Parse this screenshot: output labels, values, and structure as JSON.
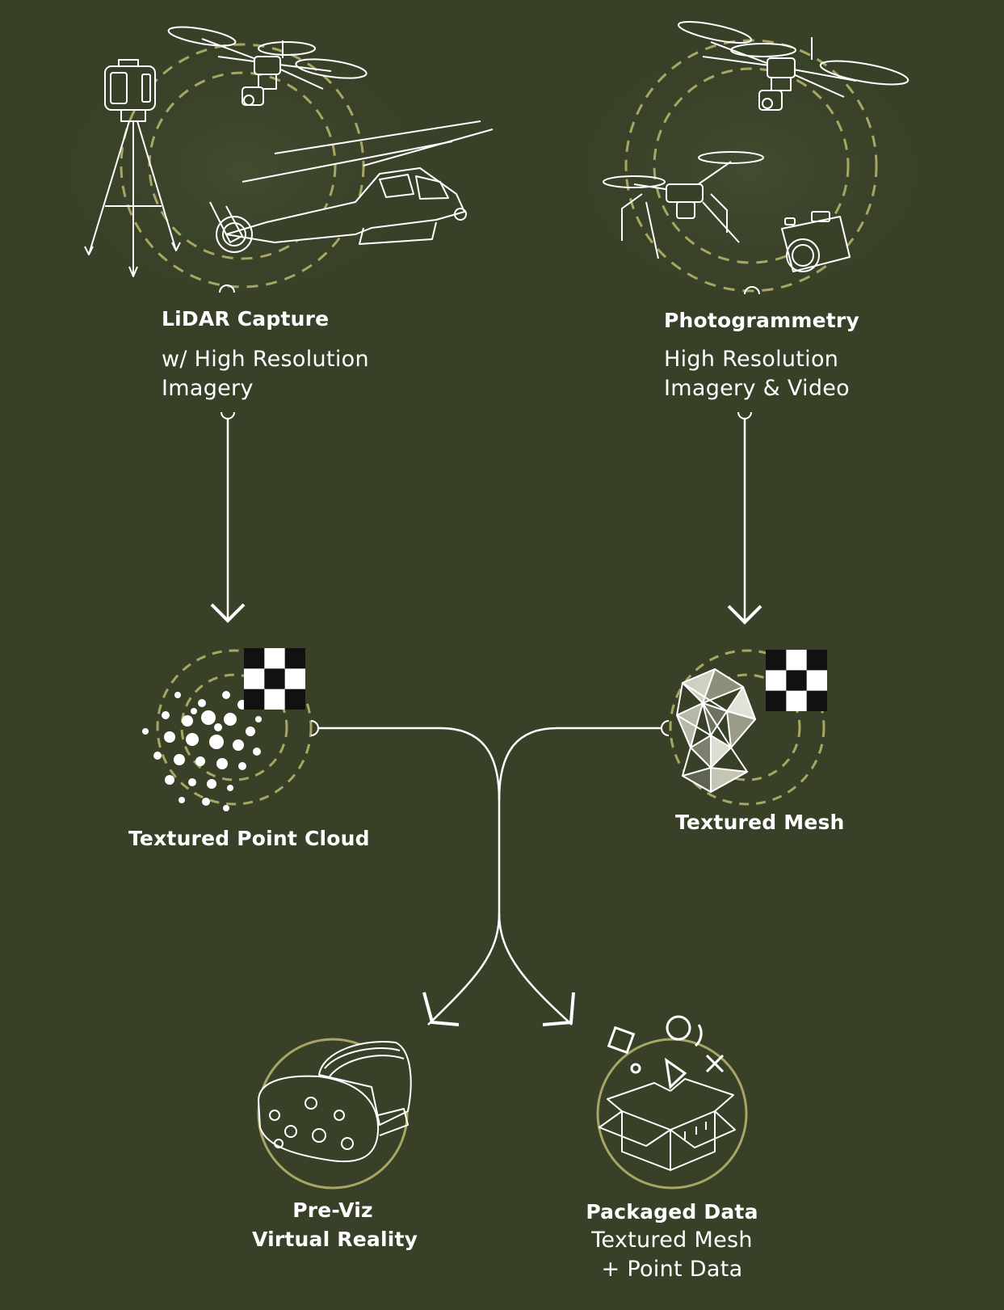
{
  "colors": {
    "background": "#384128",
    "accent": "#a7a664",
    "line": "#ffffff"
  },
  "nodes": {
    "lidar": {
      "title": "LiDAR Capture",
      "subtitle_line1": "w/ High Resolution",
      "subtitle_line2": "Imagery",
      "icons": [
        "laser-scanner-icon",
        "drone-icon",
        "helicopter-icon"
      ]
    },
    "photogrammetry": {
      "title": "Photogrammetry",
      "subtitle_line1": "High Resolution",
      "subtitle_line2": "Imagery & Video",
      "icons": [
        "drone-icon",
        "quadcopter-icon",
        "camera-icon"
      ]
    },
    "point_cloud": {
      "title": "Textured Point Cloud",
      "icons": [
        "point-cloud-icon",
        "checkerboard-icon"
      ]
    },
    "mesh": {
      "title": "Textured Mesh",
      "icons": [
        "mesh-icon",
        "checkerboard-icon"
      ]
    },
    "vr": {
      "title_line1": "Pre-Viz",
      "title_line2": "Virtual Reality",
      "icons": [
        "vr-headset-icon"
      ]
    },
    "package": {
      "title": "Packaged Data",
      "subtitle_line1": "Textured Mesh",
      "subtitle_line2": "+ Point Data",
      "icons": [
        "open-box-icon",
        "square-icon",
        "circle-icon",
        "triangle-icon",
        "x-icon"
      ]
    }
  },
  "edges": [
    {
      "from": "lidar",
      "to": "point_cloud"
    },
    {
      "from": "photogrammetry",
      "to": "mesh"
    },
    {
      "from": "point_cloud",
      "to": "vr"
    },
    {
      "from": "point_cloud",
      "to": "package"
    },
    {
      "from": "mesh",
      "to": "vr"
    },
    {
      "from": "mesh",
      "to": "package"
    }
  ]
}
